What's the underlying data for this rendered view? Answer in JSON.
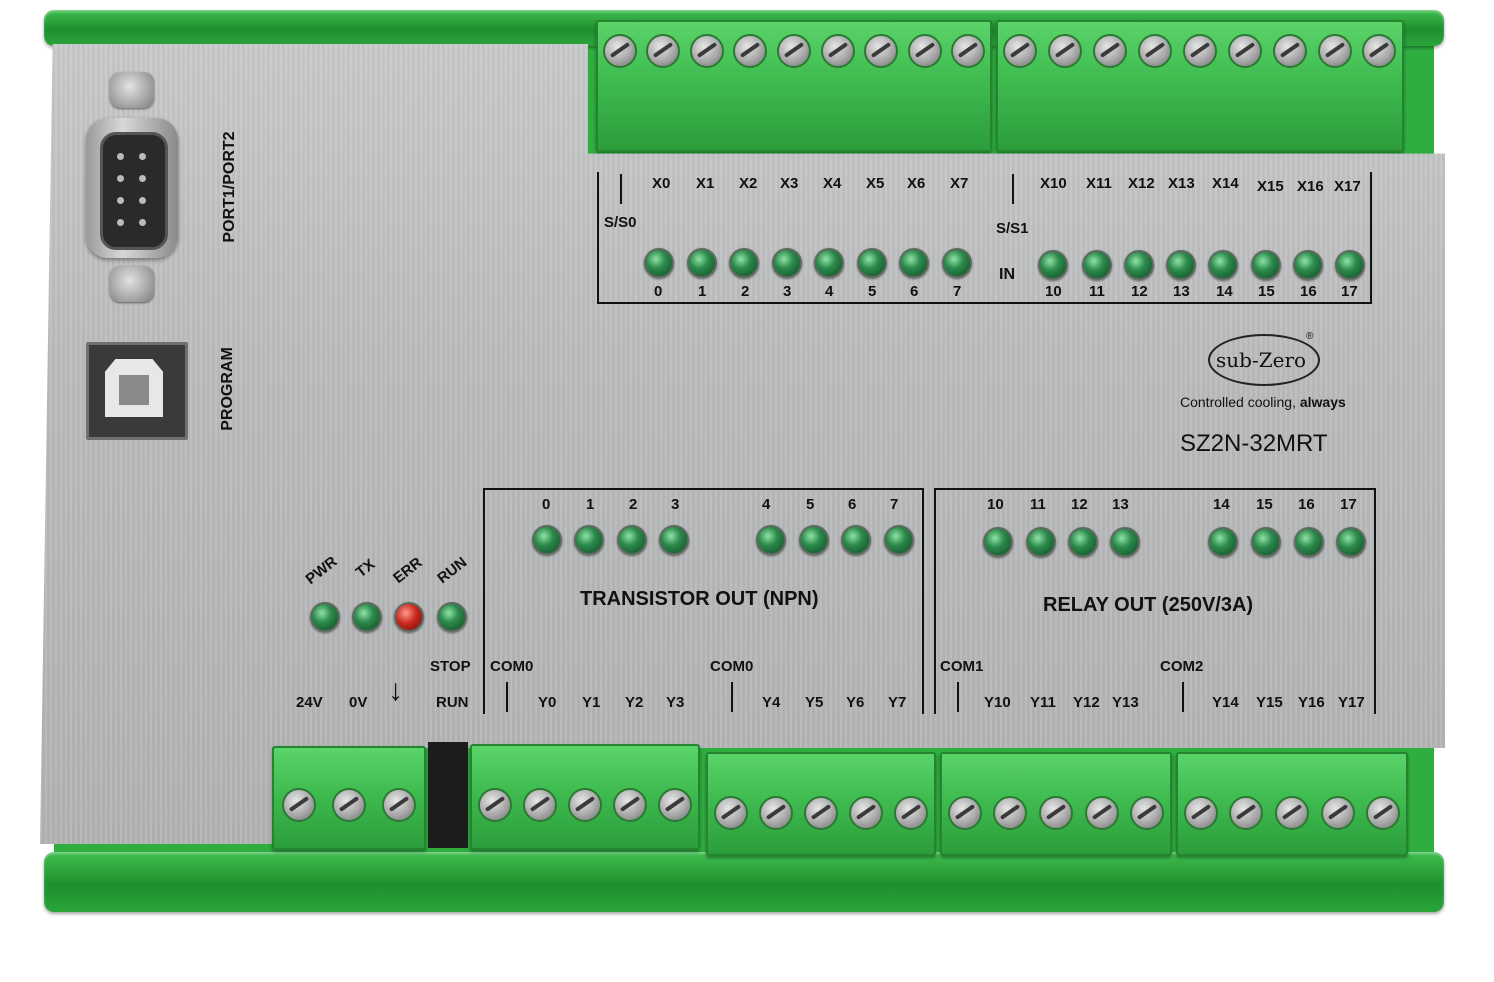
{
  "device": {
    "model": "SZ2N-32MRT",
    "brand": "sub-Zero",
    "registered_mark": "®",
    "tagline_prefix": "Controlled cooling,",
    "tagline_emphasis": "always"
  },
  "ports": {
    "serial_label": "PORT1/PORT2",
    "usb_label": "PROGRAM"
  },
  "inputs": {
    "group0_common": "S/S0",
    "group1_common": "S/S1",
    "in_label": "IN",
    "group0_terminals": [
      "X0",
      "X1",
      "X2",
      "X3",
      "X4",
      "X5",
      "X6",
      "X7"
    ],
    "group1_terminals": [
      "X10",
      "X11",
      "X12",
      "X13",
      "X14",
      "X15",
      "X16",
      "X17"
    ],
    "group0_led_numbers": [
      "0",
      "1",
      "2",
      "3",
      "4",
      "5",
      "6",
      "7"
    ],
    "group1_led_numbers": [
      "10",
      "11",
      "12",
      "13",
      "14",
      "15",
      "16",
      "17"
    ]
  },
  "status": {
    "leds": [
      {
        "label": "PWR",
        "color": "green"
      },
      {
        "label": "TX",
        "color": "green"
      },
      {
        "label": "ERR",
        "color": "red"
      },
      {
        "label": "RUN",
        "color": "green"
      }
    ],
    "switch_stop": "STOP",
    "switch_run": "RUN",
    "power_24v": "24V",
    "power_0v": "0V",
    "ground_symbol": "↓"
  },
  "transistor_out": {
    "title": "TRANSISTOR OUT (NPN)",
    "led_numbers": [
      "0",
      "1",
      "2",
      "3",
      "4",
      "5",
      "6",
      "7"
    ],
    "commons": [
      "COM0",
      "COM0"
    ],
    "terminals": [
      "Y0",
      "Y1",
      "Y2",
      "Y3",
      "Y4",
      "Y5",
      "Y6",
      "Y7"
    ]
  },
  "relay_out": {
    "title": "RELAY OUT (250V/3A)",
    "led_numbers": [
      "10",
      "11",
      "12",
      "13",
      "14",
      "15",
      "16",
      "17"
    ],
    "commons": [
      "COM1",
      "COM2"
    ],
    "terminals": [
      "Y10",
      "Y11",
      "Y12",
      "Y13",
      "Y14",
      "Y15",
      "Y16",
      "Y17"
    ]
  },
  "colors": {
    "housing_green": "#2fae40",
    "terminal_green": "#3fbb50",
    "plate_silver": "#bfc0c1",
    "led_green": "#2c8a4c",
    "led_red": "#c8291d"
  }
}
